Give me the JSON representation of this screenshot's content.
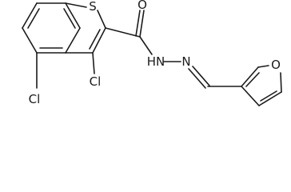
{
  "molecule": {
    "atoms": {
      "S": "S",
      "O_carbonyl": "O",
      "NH": "HN",
      "N": "N",
      "Cl_3": "Cl",
      "Cl_4": "Cl",
      "O_furan": "O"
    }
  }
}
